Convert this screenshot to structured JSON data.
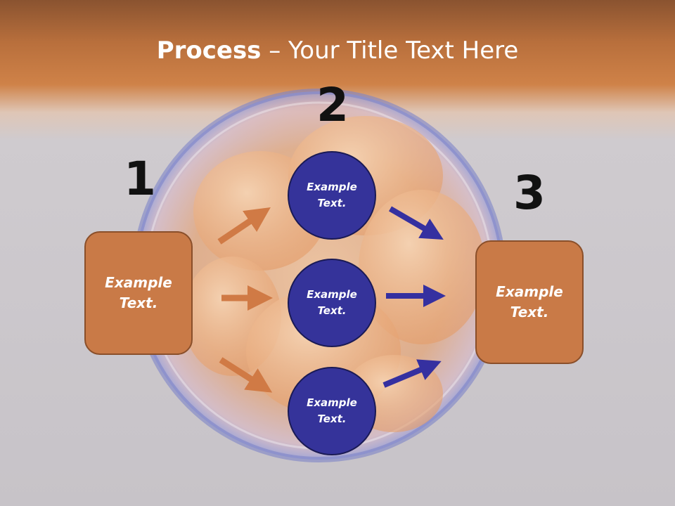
{
  "title": {
    "bold": "Process",
    "rest": " – Your Title Text Here"
  },
  "numbers": [
    "1",
    "2",
    "3"
  ],
  "left_box": {
    "line1": "Example",
    "line2": "Text."
  },
  "right_box": {
    "line1": "Example",
    "line2": "Text."
  },
  "circles": [
    {
      "line1": "Example",
      "line2": "Text."
    },
    {
      "line1": "Example",
      "line2": "Text."
    },
    {
      "line1": "Example",
      "line2": "Text."
    }
  ],
  "colors": {
    "orange_box": "#c97a47",
    "blue_circle": "#35339a",
    "orange_arrow": "#d07a45",
    "blue_arrow": "#3530a0",
    "header": "#c77a45"
  }
}
